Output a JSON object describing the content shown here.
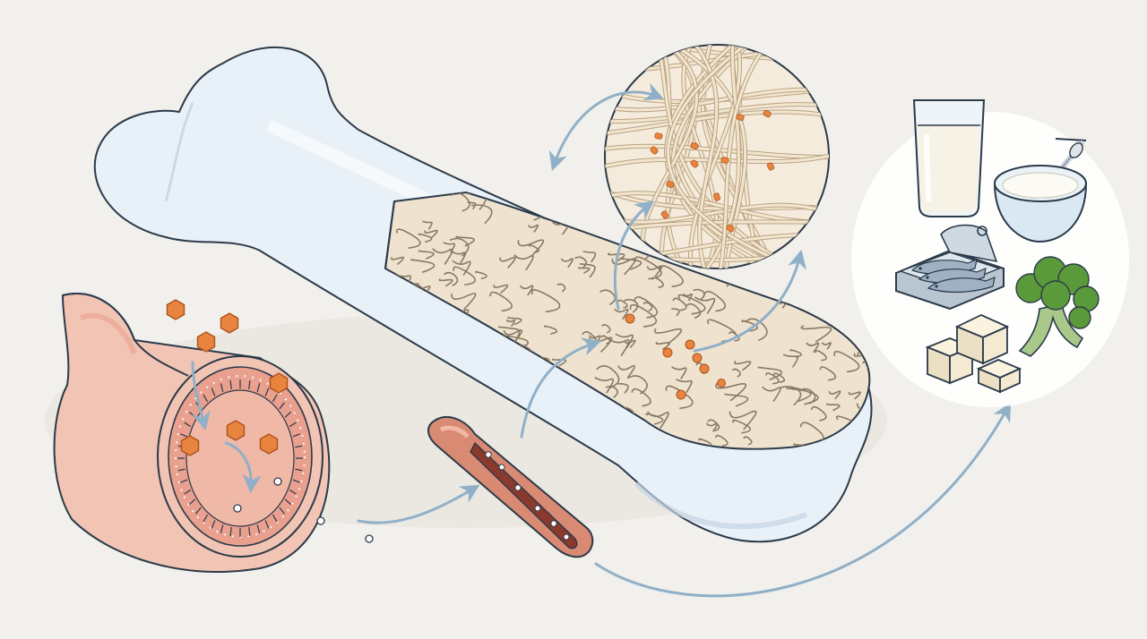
{
  "figure": {
    "title": "",
    "labels": [],
    "palette": {
      "background": "#f2f0ec",
      "bone": "#e9f1f8",
      "bone_outline": "#2b3a4a",
      "spongy": "#efe3cf",
      "trabecula_line": "#8a7a64",
      "calcium_particle": "#e8843e",
      "intestine": "#f2c4b4",
      "intestine_inner": "#e9a08e",
      "vessel": "#d98a73",
      "arrow": "#8fb0c8",
      "food_panel": "#ffffff"
    }
  },
  "parts": [
    {
      "id": "femur-bone",
      "icon": "bone"
    },
    {
      "id": "spongy-bone-cross-section",
      "icon": "trabecular-bone"
    },
    {
      "id": "magnified-collagen-matrix",
      "icon": "collagen-fibers"
    },
    {
      "id": "intestine-segment",
      "icon": "intestine"
    },
    {
      "id": "blood-vessel",
      "icon": "blood-vessel"
    },
    {
      "id": "calcium-foods",
      "icons": [
        "glass-of-milk",
        "yogurt-bowl",
        "sardine-tin",
        "broccoli",
        "tofu-cubes"
      ]
    }
  ]
}
